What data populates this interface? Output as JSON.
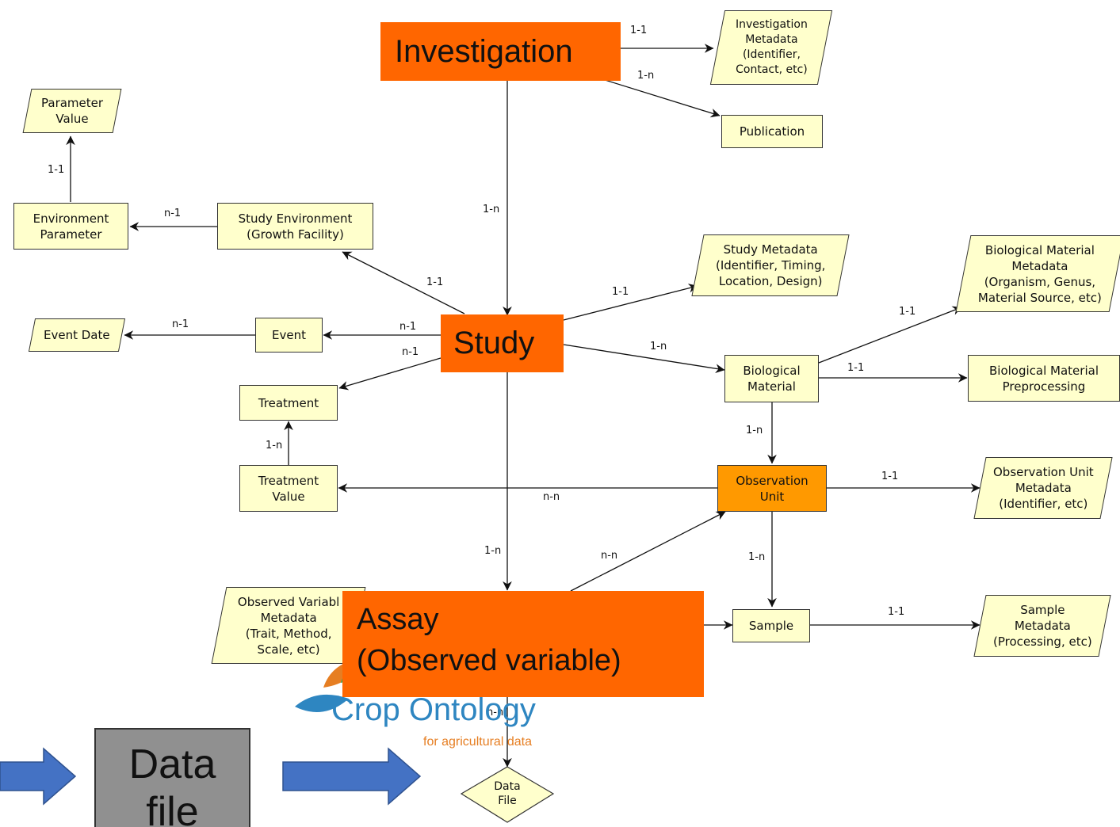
{
  "nodes": {
    "investigation": "Investigation",
    "investigation_metadata": "Investigation\nMetadata\n(Identifier,\nContact, etc)",
    "publication": "Publication",
    "parameter_value": "Parameter\nValue",
    "environment_parameter": "Environment\nParameter",
    "study_environment": "Study Environment\n(Growth Facility)",
    "study_metadata": "Study Metadata\n(Identifier, Timing,\nLocation, Design)",
    "biological_material_metadata": "Biological Material\nMetadata\n(Organism, Genus,\nMaterial Source, etc)",
    "event_date": "Event Date",
    "event": "Event",
    "study": "Study",
    "biological_material": "Biological\nMaterial",
    "biological_material_preprocessing": "Biological Material\nPreprocessing",
    "treatment": "Treatment",
    "treatment_value": "Treatment\nValue",
    "observation_unit": "Observation\nUnit",
    "observation_unit_metadata": "Observation Unit\nMetadata\n(Identifier, etc)",
    "observed_variable_metadata": "Observed Variabl\nMetadata\n(Trait, Method,\nScale, etc)",
    "assay_line1": "Assay",
    "assay_line2": "(Observed variable)",
    "sample": "Sample",
    "sample_metadata": "Sample\nMetadata\n(Processing, etc)",
    "data_file": "Data\nFile",
    "data_file_box": "Data\nfile"
  },
  "edge_labels": {
    "inv_meta": "1-1",
    "inv_pub": "1-n",
    "inv_study": "1-n",
    "param_env": "1-1",
    "studyenv_env": "n-1",
    "study_studyenv": "1-1",
    "study_meta": "1-1",
    "bio_bmeta": "1-1",
    "event_date": "n-1",
    "study_event": "n-1",
    "study_treatment": "n-1",
    "study_bio": "1-n",
    "bio_prep": "1-1",
    "bio_obs": "1-n",
    "treat_value": "1-n",
    "obs_treatvalue": "n-n",
    "obs_meta": "1-1",
    "study_assay": "1-n",
    "assay_obs": "n-n",
    "obs_sample": "1-n",
    "sample_meta": "1-1",
    "assay_datafile": "n-n"
  },
  "logo": {
    "name": "Crop Ontology",
    "tagline": "for agricultural data"
  },
  "colors": {
    "node_fill": "#ffffcc",
    "highlight_fill": "#ff6600",
    "observation_unit_fill": "#ff9900",
    "arrow_blue": "#4472c4",
    "data_box_gray": "#909090"
  }
}
